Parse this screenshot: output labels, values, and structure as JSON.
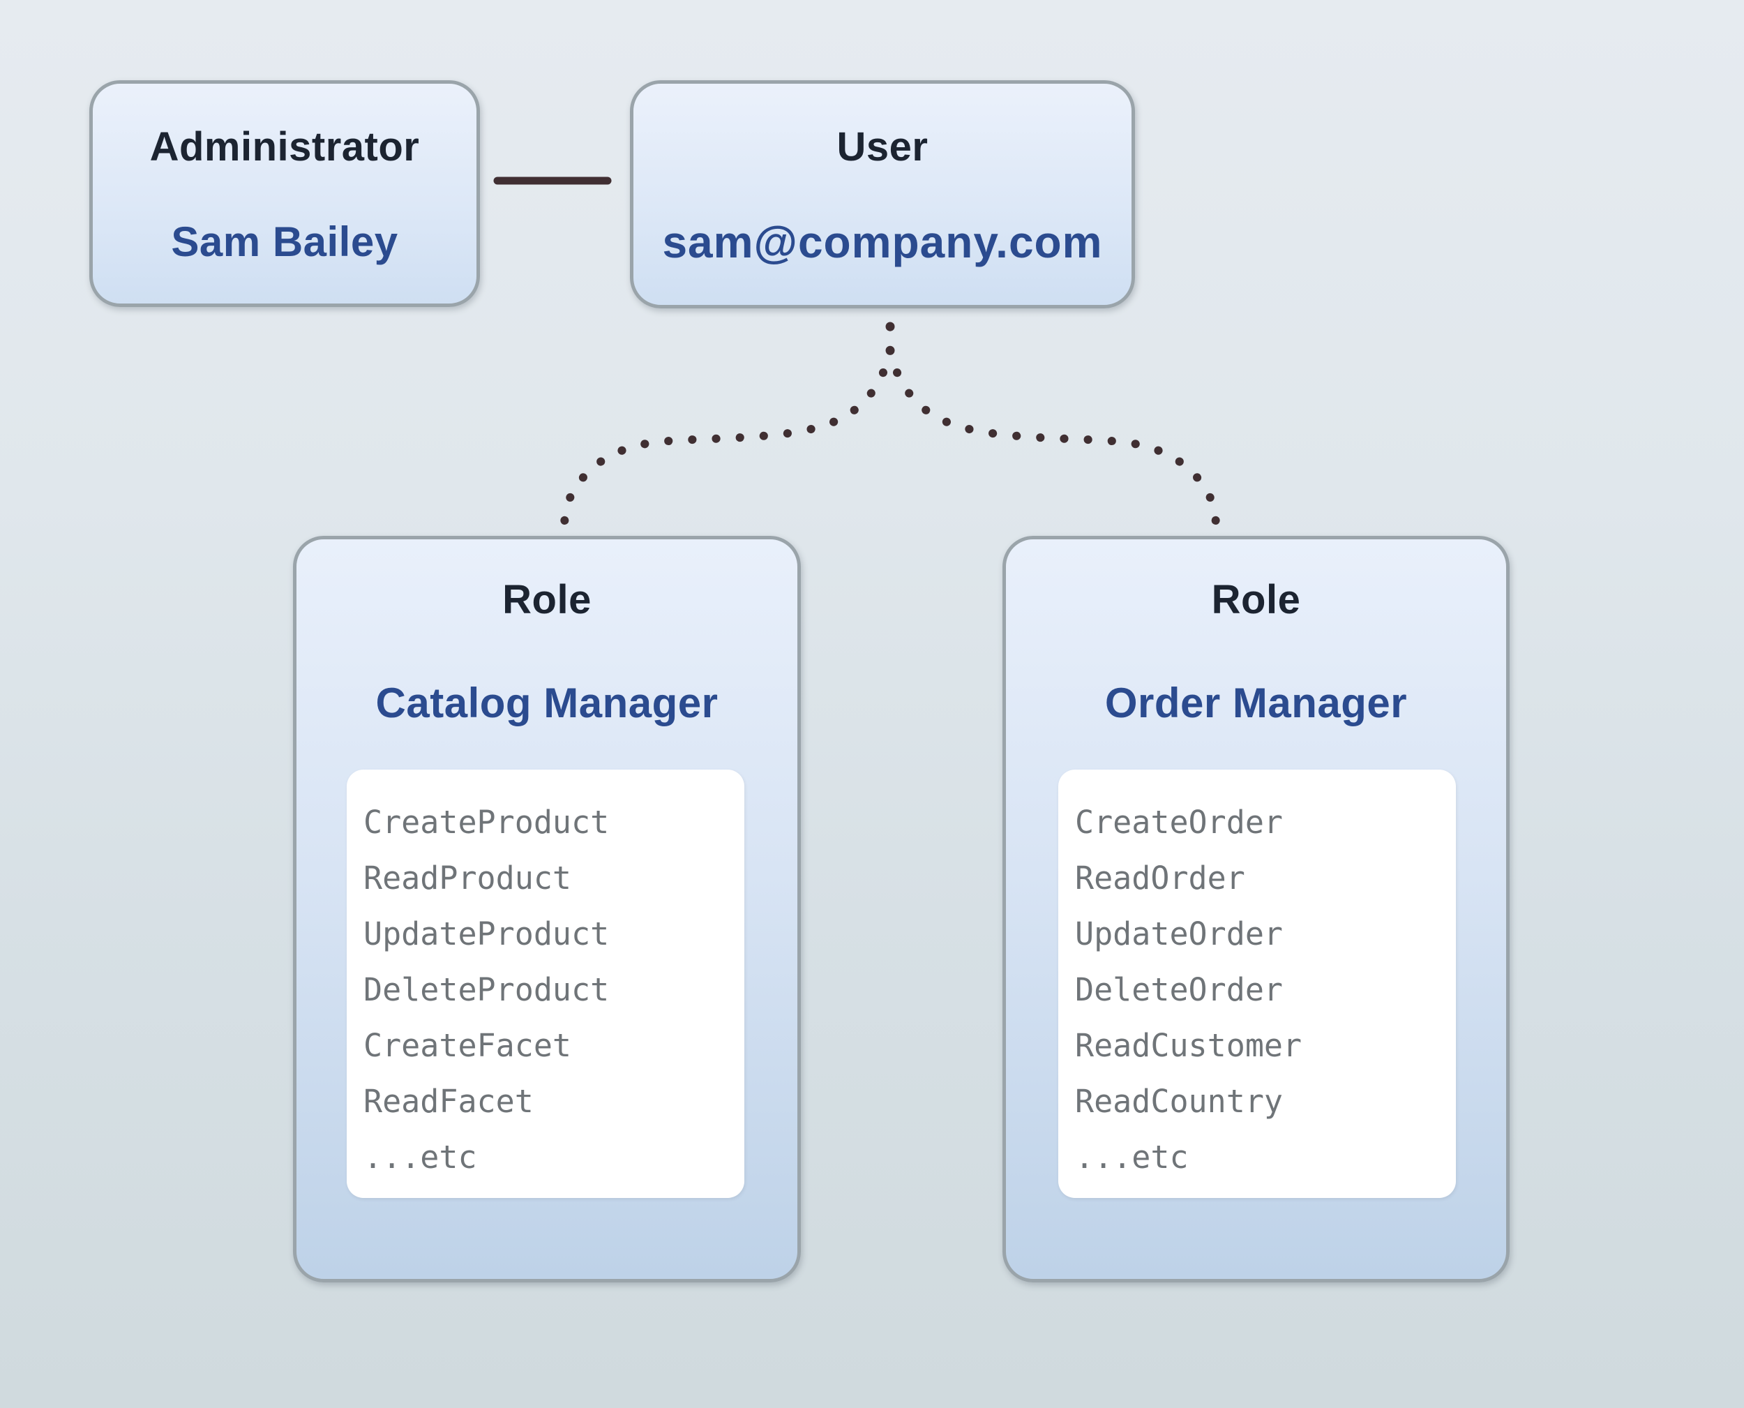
{
  "admin_box": {
    "title": "Administrator",
    "name": "Sam Bailey"
  },
  "user_box": {
    "title": "User",
    "email": "sam@company.com"
  },
  "roles": [
    {
      "title": "Role",
      "name": "Catalog Manager",
      "permissions": [
        "CreateProduct",
        "ReadProduct",
        "UpdateProduct",
        "DeleteProduct",
        "CreateFacet",
        "ReadFacet",
        "...etc"
      ]
    },
    {
      "title": "Role",
      "name": "Order Manager",
      "permissions": [
        "CreateOrder",
        "ReadOrder",
        "UpdateOrder",
        "DeleteOrder",
        "ReadCustomer",
        "ReadCountry",
        "...etc"
      ]
    }
  ],
  "colors": {
    "heading_text": "#1c2431",
    "accent_blue": "#2b4b8f",
    "permission_text": "#6f7478",
    "connector": "#402f32",
    "box_border": "#9aa4aa",
    "box_fill_top": "#ebf1fb",
    "role_fill_bottom": "#bed2e8"
  }
}
